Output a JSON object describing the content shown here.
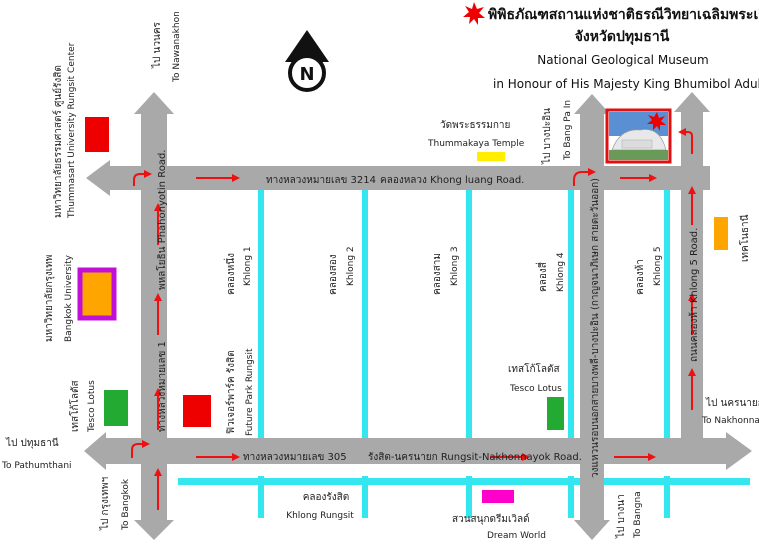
{
  "header": {
    "title_th": "พิพิธภัณฑสถานแห่งชาติธรณีวิทยาเฉลิมพระเกียรติ",
    "province_th": "จังหวัดปทุมธานี",
    "title_en": "National Geological Museum",
    "honour_en": "in Honour of His Majesty King Bhumibol Adulyadej"
  },
  "compass": {
    "letter": "N"
  },
  "roads": {
    "road_3214_th": "ทางหลวงหมายเลข 3214",
    "khlong_luang_road": "คลองหลวง Khong luang Road.",
    "road_305_th": "ทางหลวงหมายเลข 305",
    "rangsit_nakhonnayok": "รังสิต-นครนายก Rungsit-Nakhonnayok Road.",
    "phahonyothin_th": "พหลโยธิน Phahonyotin Road.",
    "road_1_th": "ทางหลวงหมายเลข 1",
    "bangna_ring_th": "วงแหวนรอบนอกสายบางพลี-บางปะอิน (กาญจนาภิเษก สายตะวันออก)",
    "khlong5_road": "ถนนคลองห้า Khlong 5 Road."
  },
  "directions": {
    "to_nawanakhon_th": "ไป นวนคร",
    "to_nawanakhon_en": "To Nawanakhon",
    "to_bangpain_th": "ไป บางปะอิน",
    "to_bangpain_en": "To Bang Pa In",
    "to_pathumthani_th": "ไป ปทุมธานี",
    "to_pathumthani_en": "To Pathumthani",
    "to_bangkok_th": "ไป กรุงเทพฯ",
    "to_bangkok_en": "To Bangkok",
    "to_bangna_th": "ไป บางนา",
    "to_bangna_en": "To Bangna",
    "to_nakhonnayok_th": "ไป นครนายก",
    "to_nakhonnayok_en": "To Nakhonnayok"
  },
  "khlongs": [
    {
      "th": "คลองหนึ่ง",
      "en": "Khlong 1"
    },
    {
      "th": "คลองสอง",
      "en": "Khlong 2"
    },
    {
      "th": "คลองสาม",
      "en": "Khlong 3"
    },
    {
      "th": "คลองสี่",
      "en": "Khlong 4"
    },
    {
      "th": "คลองห้า",
      "en": "Khlong 5"
    }
  ],
  "khlong_rangsit": {
    "th": "คลองรังสิต",
    "en": "Khlong Rungsit"
  },
  "places": {
    "thammasat_th": "มหาวิทยาลัยธรรมศาสตร์ ศูนย์รังสิต",
    "thammasat_en": "Thummasart University Rungsit Center",
    "bangkok_uni_th": "มหาวิทยาลัยกรุงเทพ",
    "bangkok_uni_en": "Bangkok University",
    "tesco_left_th": "เทสโก้โลตัส",
    "tesco_left_en": "Tesco Lotus",
    "future_park_th": "ฟิวเจอร์พาร์ค รังสิต",
    "future_park_en": "Future Park Rungsit",
    "temple_th": "วัดพระธรรมกาย",
    "temple_en": "Thummakaya Temple",
    "tesco_mid_th": "เทสโก้โลตัส",
    "tesco_mid_en": "Tesco Lotus",
    "dreamworld_th": "สวนสนุกดรีมเวิลด์",
    "dreamworld_en": "Dream World",
    "techno_th": "เทคโนธานี"
  },
  "colors": {
    "road": "#a9a9a9",
    "canal": "#33e6f0",
    "arrow": "#ee1111",
    "thammasat": "#ee0000",
    "bangkok_uni_fill": "#ffa500",
    "bangkok_uni_border": "#c010d8",
    "tesco": "#22aa33",
    "future_park": "#ee0000",
    "temple": "#ffee00",
    "dreamworld": "#ff00cc",
    "techno": "#ffa500",
    "museum_frame": "#dd1111"
  }
}
